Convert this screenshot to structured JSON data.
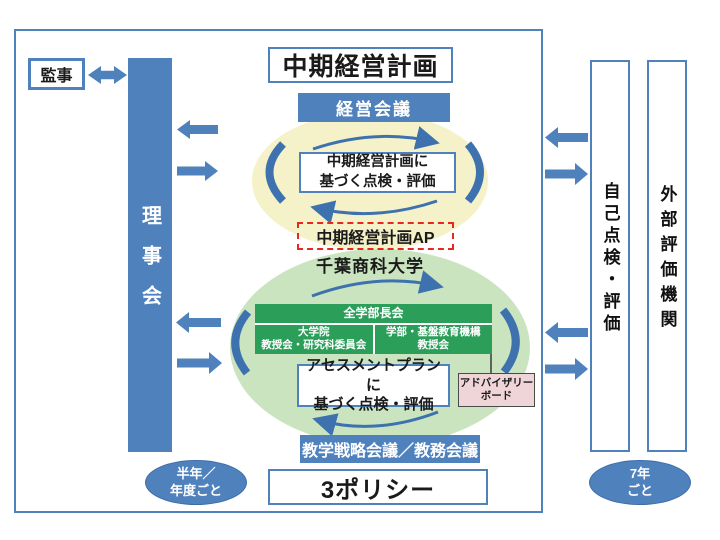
{
  "title": "中期経営計画",
  "auditor_label": "監事",
  "board_label": "理事会",
  "management_meeting": "経営会議",
  "plan_check": {
    "line1": "中期経営計画に",
    "line2": "基づく点検・評価"
  },
  "ap_label": "中期経営計画AP",
  "university": "千葉商科大学",
  "faculty_table": {
    "header": "全学部長会",
    "left_cell": {
      "line1": "大学院",
      "line2": "教授会・研究科委員会"
    },
    "right_cell": {
      "line1": "学部・基盤教育機構",
      "line2": "教授会"
    }
  },
  "assessment": {
    "line1": "アセスメントプランに",
    "line2": "基づく点検・評価"
  },
  "advisory": {
    "line1": "アドバイザリー",
    "line2": "ボード"
  },
  "academic_meeting": "教学戦略会議／教務会議",
  "policy_label": "3ポリシー",
  "self_check_label": "自己点検・評価",
  "external_org_label": "外部評価機関",
  "cycle_left": {
    "line1": "半年／",
    "line2": "年度ごと"
  },
  "cycle_right": {
    "line1": "7年",
    "line2": "ごと"
  },
  "colors": {
    "accent_blue": "#4f81bd",
    "arc_blue": "#3e72ae",
    "yellow_ellipse": "#f5f2c9",
    "green_ellipse": "#cbe4c0",
    "table_green": "#2b9e5a",
    "advisory_pink": "#f0d5d8",
    "dashed_red": "#e8271f"
  }
}
